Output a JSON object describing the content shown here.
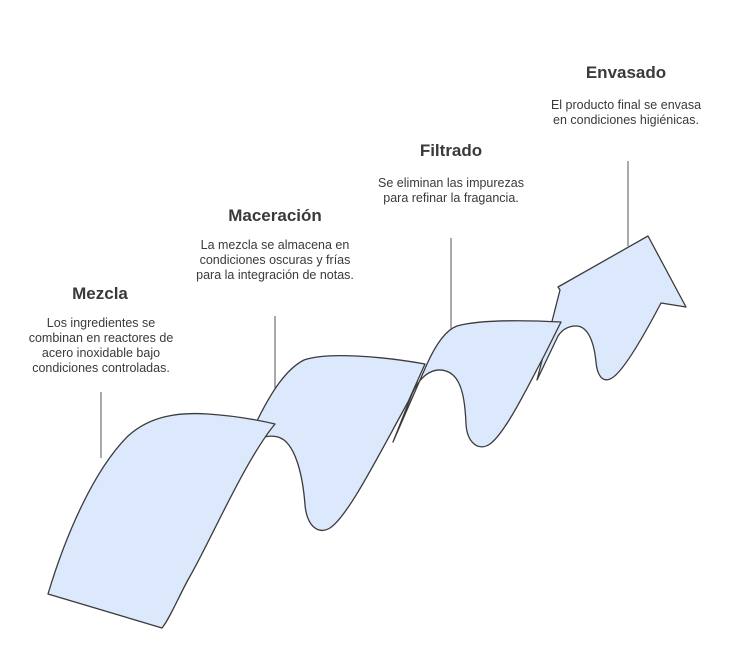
{
  "colors": {
    "ribbon_fill": "#dce8fc",
    "ribbon_stroke": "#3b3b3b",
    "leader_line": "#555555",
    "text": "#3a3a3a"
  },
  "steps": [
    {
      "title": "Mezcla",
      "description": "Los ingredientes se combinan en reactores de acero inoxidable bajo condiciones controladas."
    },
    {
      "title": "Maceración",
      "description": "La mezcla se almacena en condiciones oscuras y frías para la integración de notas."
    },
    {
      "title": "Filtrado",
      "description": "Se eliminan las impurezas para refinar la fragancia."
    },
    {
      "title": "Envasado",
      "description": "El producto final se envasa en condiciones higiénicas."
    }
  ]
}
